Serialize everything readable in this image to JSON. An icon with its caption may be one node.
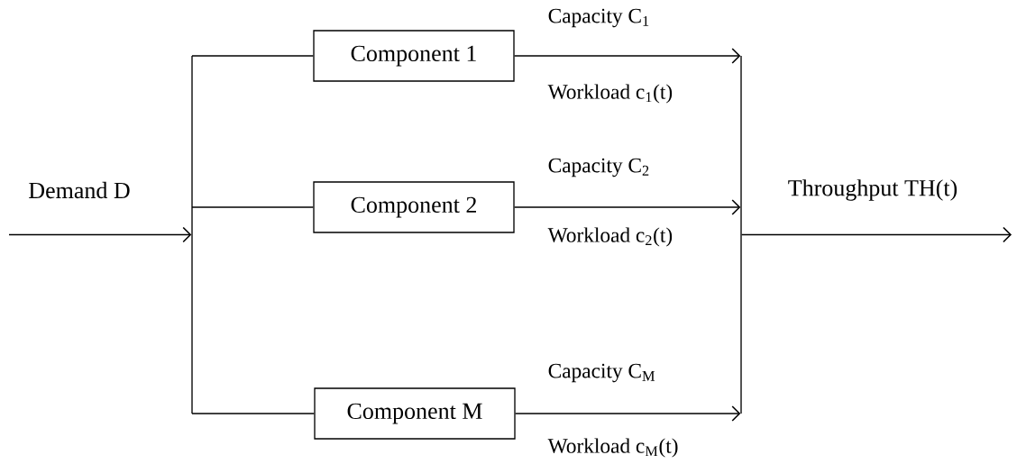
{
  "diagram": {
    "nodes": [
      {
        "text": [],
        "shape": "bar"
      },
      {
        "text": [
          "Component 1"
        ]
      },
      {
        "text": [
          "Component 2"
        ]
      },
      {
        "text": [
          "Component M"
        ]
      },
      {
        "text": [],
        "shape": "bar"
      }
    ],
    "edges": [
      {
        "from": null,
        "to": 0,
        "arrow": "to",
        "label": "Demand D"
      },
      {
        "from": 0,
        "to": 1,
        "arrow": "none"
      },
      {
        "from": 0,
        "to": 2,
        "arrow": "none"
      },
      {
        "from": 0,
        "to": 3,
        "arrow": "none"
      },
      {
        "from": 1,
        "to": 4,
        "arrow": "to"
      },
      {
        "from": 2,
        "to": 4,
        "arrow": "to"
      },
      {
        "from": 3,
        "to": 4,
        "arrow": "to"
      },
      {
        "from": 4,
        "to": null,
        "arrow": "to",
        "label": "Throughput TH(t)"
      }
    ],
    "labels": [
      "Capacity C$_{1}$",
      "Workload c$_{1}$(t)",
      "Capacity C$_{2}$",
      "Workload c$_{2}$(t)",
      "Capacity C$_{M}$",
      "Workload c$_{M}$(t)"
    ]
  }
}
